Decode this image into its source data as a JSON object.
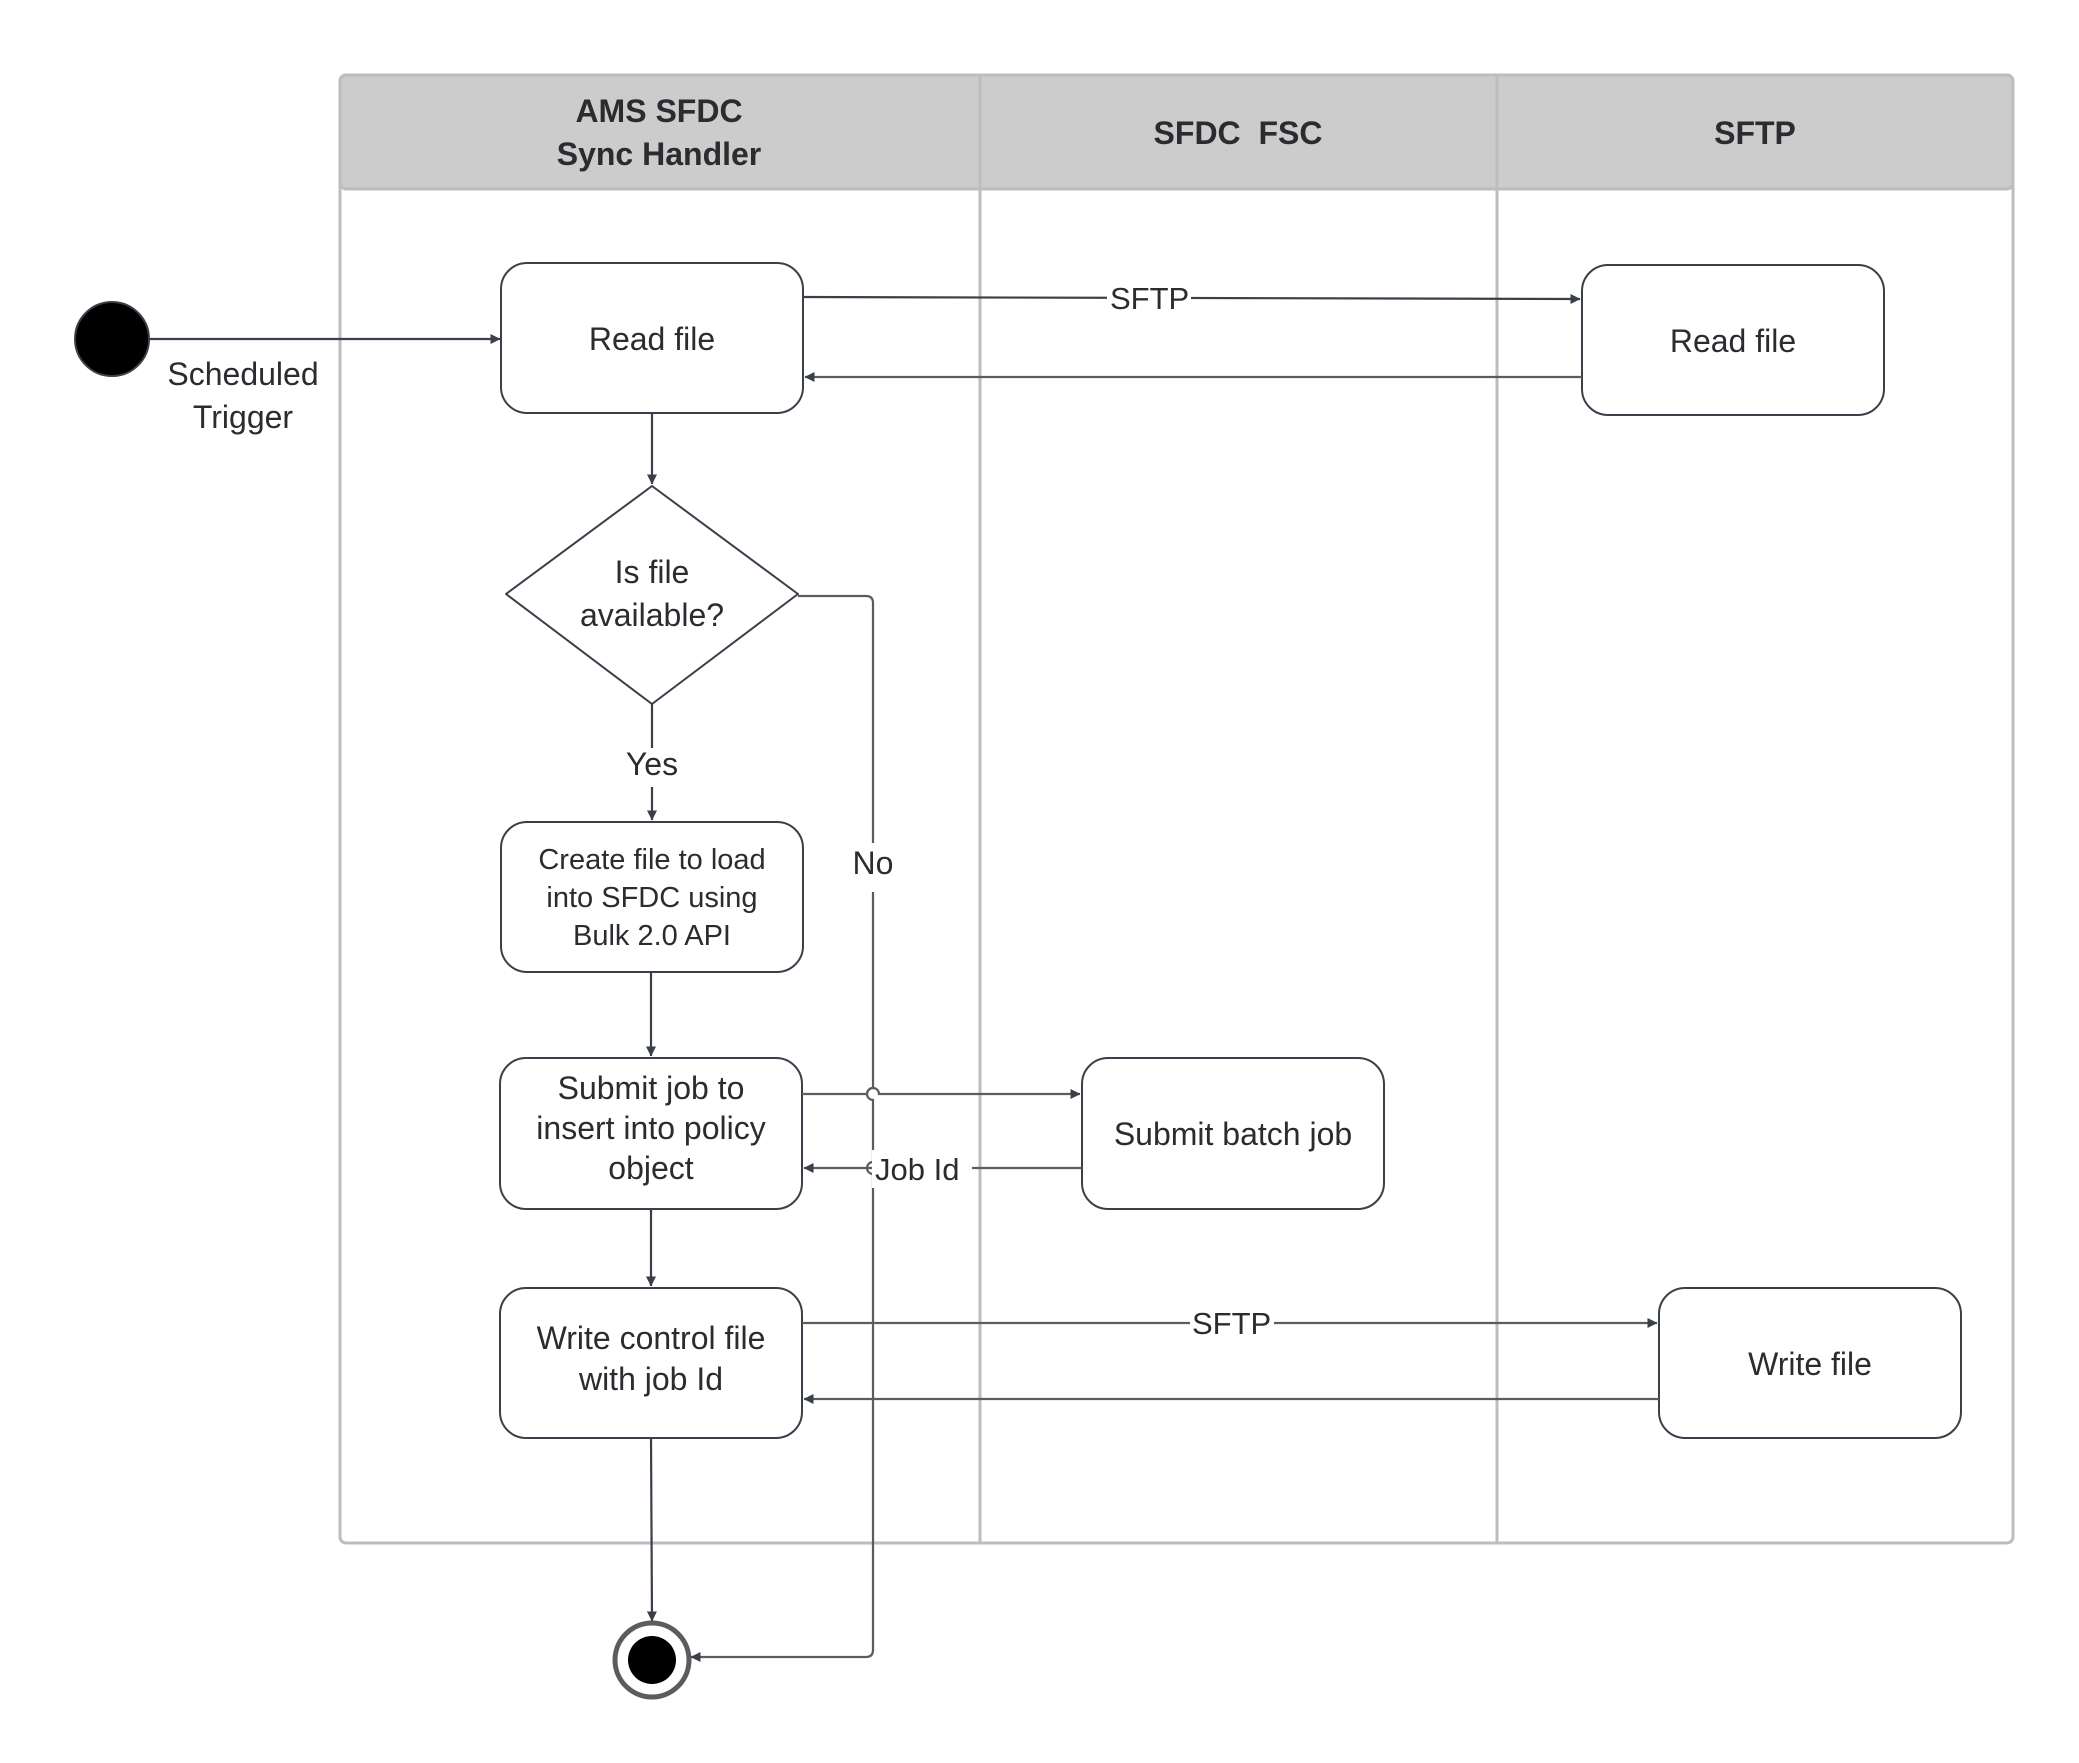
{
  "lanes": {
    "ams": {
      "title_line1": "AMS SFDC",
      "title_line2": "Sync Handler"
    },
    "fsc": {
      "title": "SFDC  FSC"
    },
    "sftp": {
      "title": "SFTP"
    }
  },
  "start": {
    "label_line1": "Scheduled",
    "label_line2": "Trigger"
  },
  "nodes": {
    "read_file": "Read file",
    "decision_line1": "Is file",
    "decision_line2": "available?",
    "create_line1": "Create file to load",
    "create_line2": "into SFDC using",
    "create_line3": "Bulk 2.0 API",
    "submit_line1": "Submit job to",
    "submit_line2": "insert into policy",
    "submit_line3": "object",
    "write_control_line1": "Write control file",
    "write_control_line2": "with job Id",
    "sftp_read_file": "Read file",
    "submit_batch_job": "Submit batch job",
    "sftp_write_file": "Write file"
  },
  "edges": {
    "sftp_read": "SFTP",
    "yes": "Yes",
    "no": "No",
    "job_id": "Job Id",
    "sftp_write": "SFTP"
  },
  "colors": {
    "lane_header": "#cccccc",
    "lane_border": "#bdbdbd",
    "line_dark": "#3a3f49",
    "line_grey": "#5c5c5c",
    "start_fill": "#000000"
  }
}
